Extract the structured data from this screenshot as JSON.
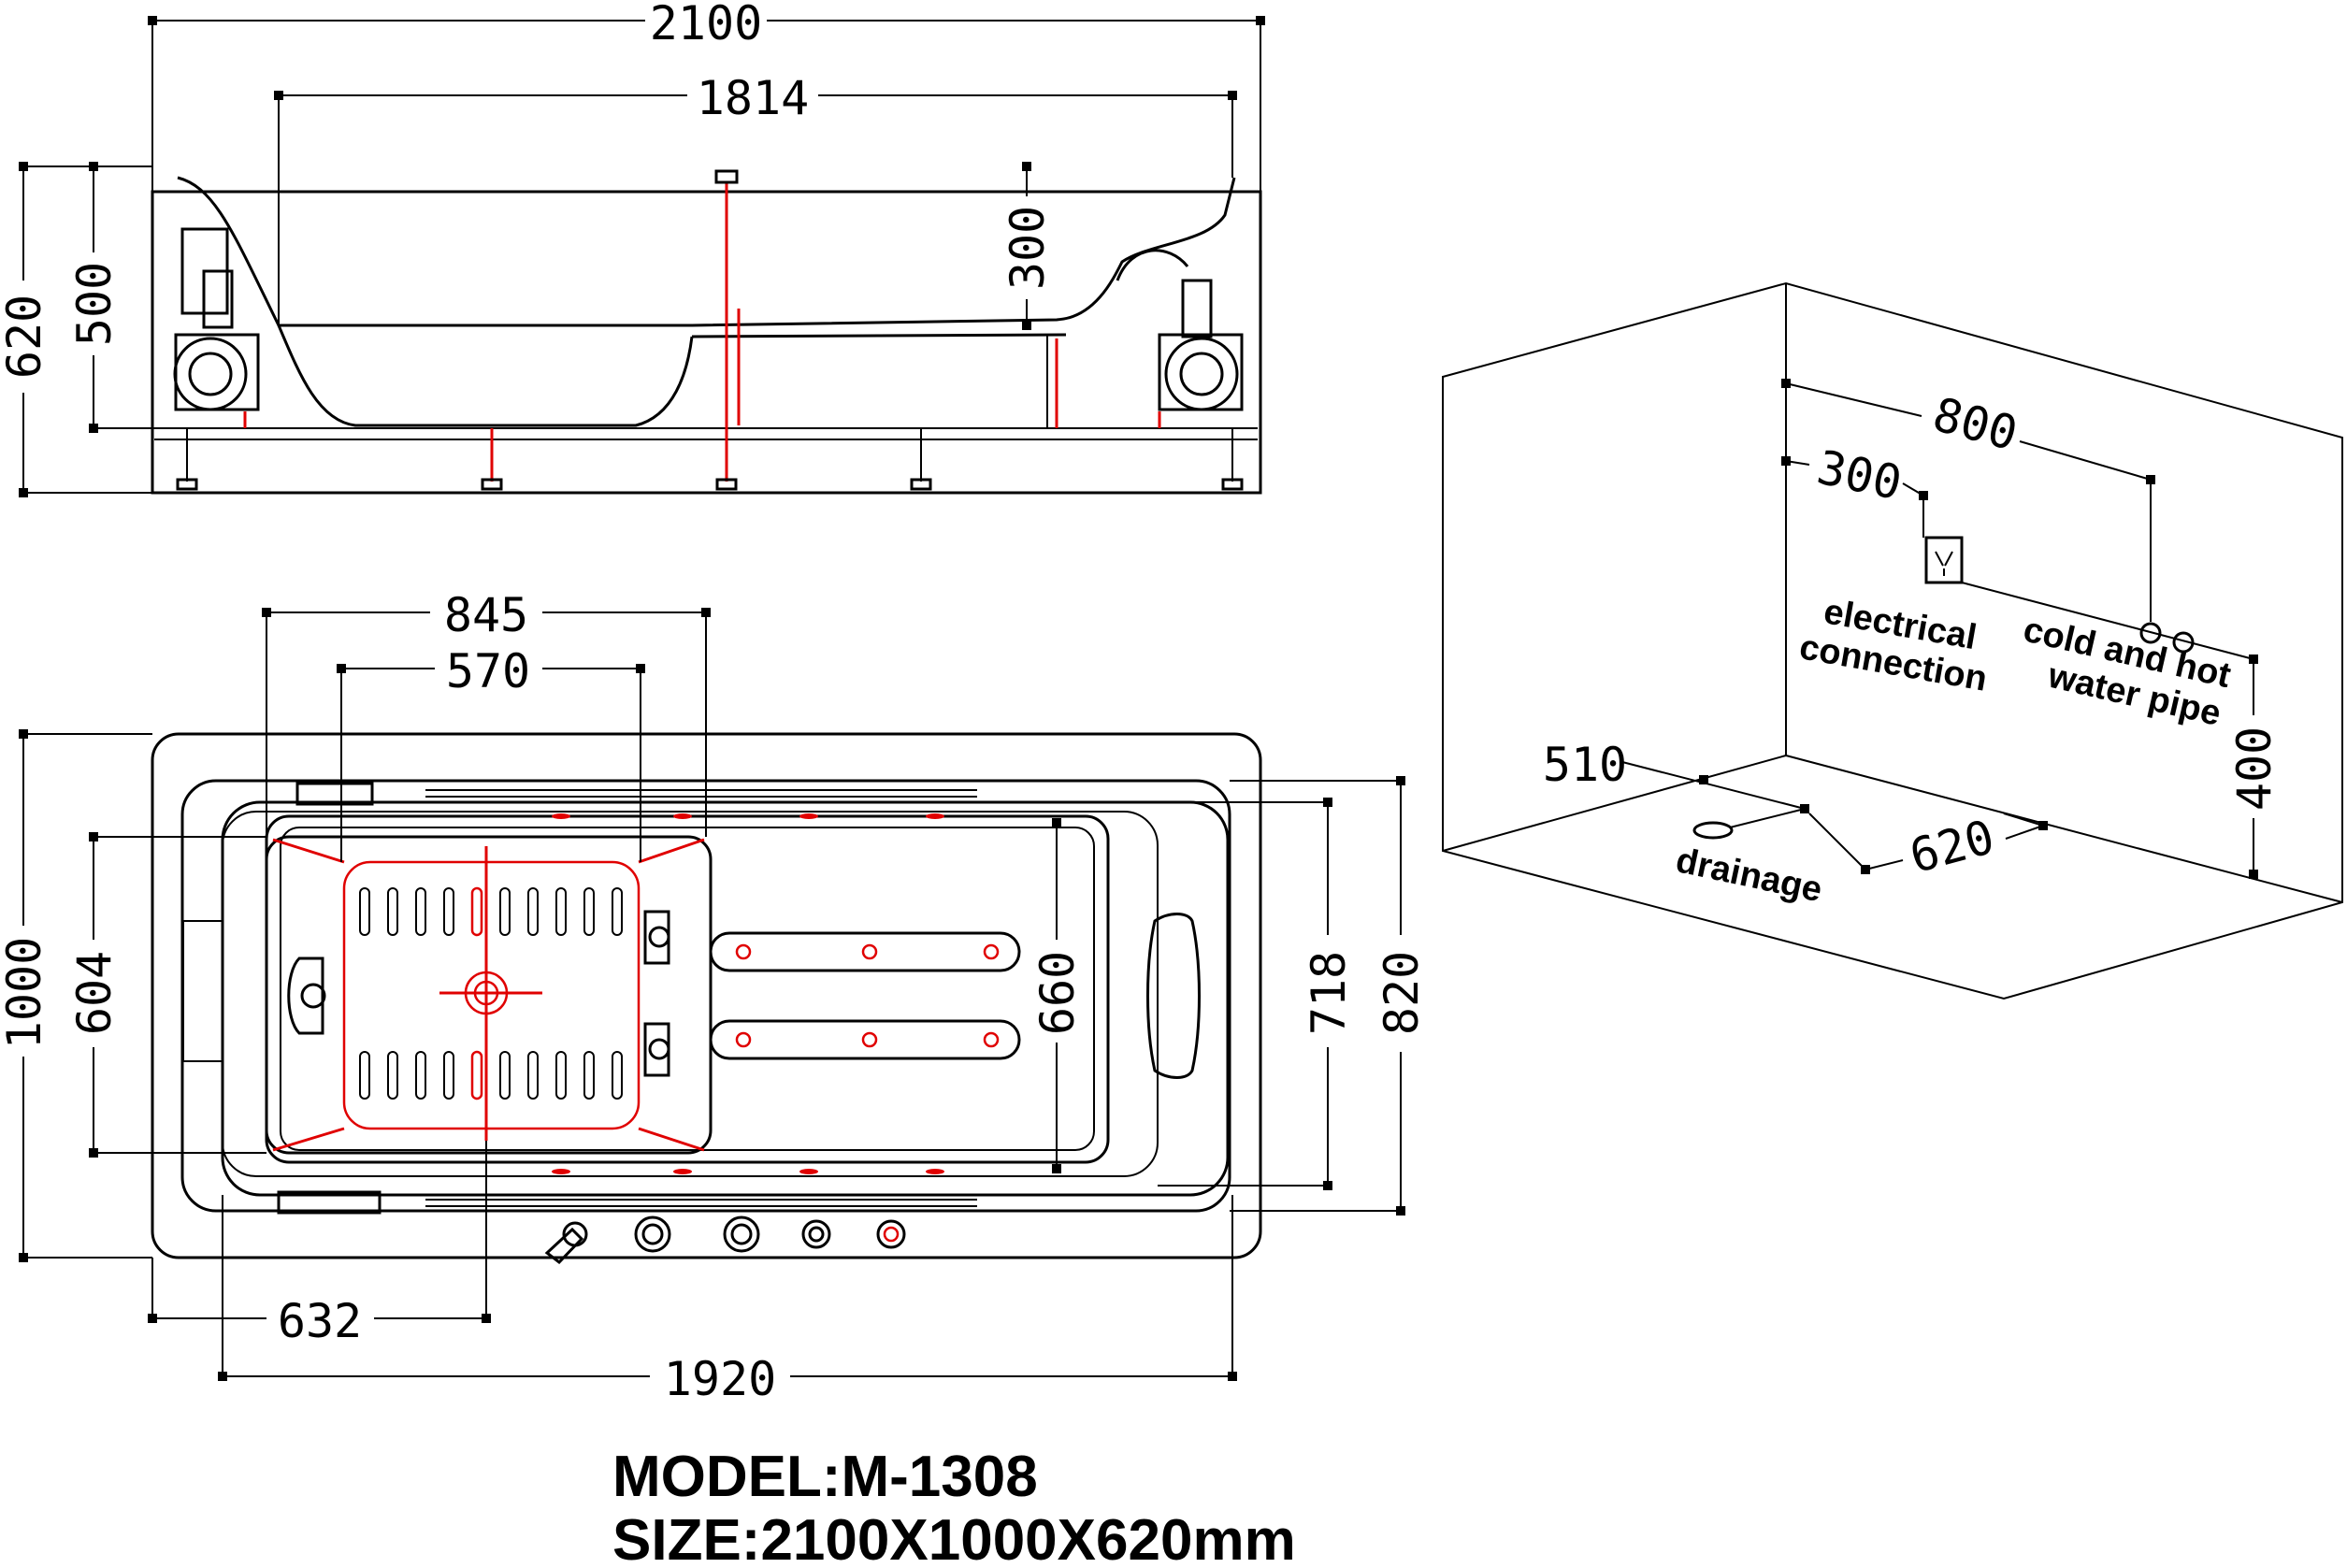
{
  "side_view": {
    "dim_length": "2100",
    "dim_inner_length": "1814",
    "dim_height": "620",
    "dim_inner_height": "500",
    "dim_depth": "300"
  },
  "plan_view": {
    "dim_seat_width": "845",
    "dim_seat_inner": "570",
    "dim_width": "1000",
    "dim_seat_depth": "604",
    "dim_channel": "660",
    "dim_inner_width": "718",
    "dim_rim_width": "820",
    "dim_drain_offset": "632",
    "dim_inner_length": "1920"
  },
  "installation": {
    "dim_pipe_span": "800",
    "dim_socket_offset": "300",
    "dim_pipe_height": "400",
    "dim_drain_x": "510",
    "dim_drain_y": "620",
    "label_electrical_1": "electrical",
    "label_electrical_2": "connection",
    "label_water_1": "cold and hot",
    "label_water_2": "water pipe",
    "label_drainage": "drainage"
  },
  "title": {
    "model": "MODEL:M-1308",
    "size": "SIZE:2100X1000X620mm"
  }
}
